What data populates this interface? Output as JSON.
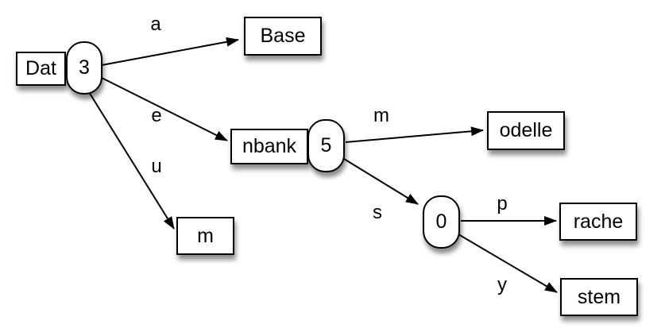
{
  "diagram": {
    "type": "patricia-trie",
    "colors": {
      "stroke": "#000000",
      "node_fill": "#ffffff",
      "background": "#ffffff"
    },
    "nodes": {
      "dat": {
        "label": "Dat",
        "kind": "box"
      },
      "n3": {
        "label": "3",
        "kind": "oval"
      },
      "base": {
        "label": "Base",
        "kind": "box"
      },
      "nbank": {
        "label": "nbank",
        "kind": "box"
      },
      "n5": {
        "label": "5",
        "kind": "oval"
      },
      "m_leaf": {
        "label": "m",
        "kind": "box"
      },
      "odelle": {
        "label": "odelle",
        "kind": "box"
      },
      "n0": {
        "label": "0",
        "kind": "oval"
      },
      "rache": {
        "label": "rache",
        "kind": "box"
      },
      "stem": {
        "label": "stem",
        "kind": "box"
      }
    },
    "edges": [
      {
        "from": "n3",
        "to": "base",
        "label": "a"
      },
      {
        "from": "n3",
        "to": "nbank",
        "label": "e"
      },
      {
        "from": "n3",
        "to": "m_leaf",
        "label": "u"
      },
      {
        "from": "n5",
        "to": "odelle",
        "label": "m"
      },
      {
        "from": "n5",
        "to": "n0",
        "label": "s"
      },
      {
        "from": "n0",
        "to": "rache",
        "label": "p"
      },
      {
        "from": "n0",
        "to": "stem",
        "label": "y"
      }
    ]
  }
}
